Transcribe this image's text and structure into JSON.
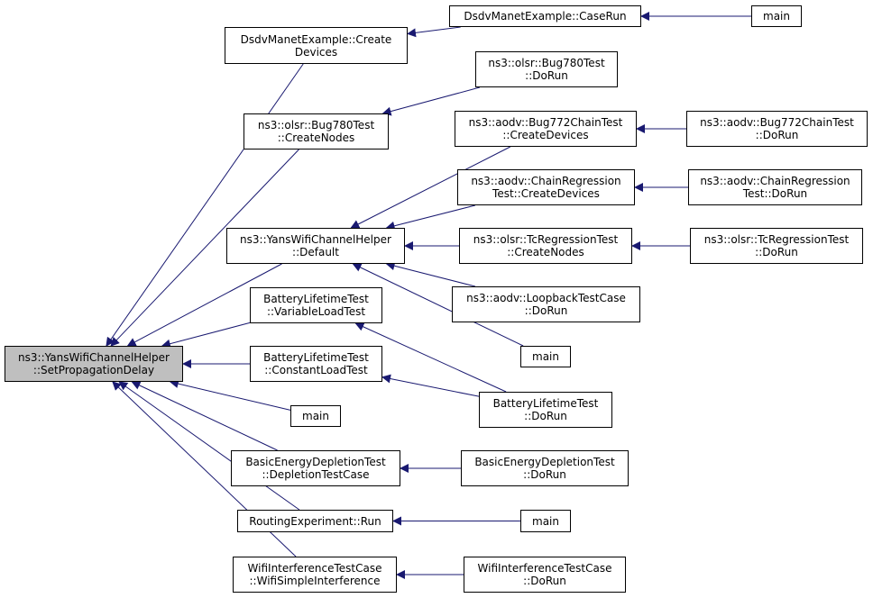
{
  "colors": {
    "edge": "#191970",
    "node_border": "#000000",
    "root_fill": "#bfbfbf",
    "node_fill": "#ffffff"
  },
  "nodes": {
    "root": {
      "lines": [
        "ns3::YansWifiChannelHelper",
        "::SetPropagationDelay"
      ]
    },
    "dsdvCD": {
      "lines": [
        "DsdvManetExample::Create",
        "Devices"
      ]
    },
    "dsdvCR": {
      "lines": [
        "DsdvManetExample::CaseRun"
      ]
    },
    "main1": {
      "lines": [
        "main"
      ]
    },
    "b780DR": {
      "lines": [
        "ns3::olsr::Bug780Test",
        "::DoRun"
      ]
    },
    "b780CN": {
      "lines": [
        "ns3::olsr::Bug780Test",
        "::CreateNodes"
      ]
    },
    "b772CD": {
      "lines": [
        "ns3::aodv::Bug772ChainTest",
        "::CreateDevices"
      ]
    },
    "b772DR": {
      "lines": [
        "ns3::aodv::Bug772ChainTest",
        "::DoRun"
      ]
    },
    "chainCD": {
      "lines": [
        "ns3::aodv::ChainRegression",
        "Test::CreateDevices"
      ]
    },
    "chainDR": {
      "lines": [
        "ns3::aodv::ChainRegression",
        "Test::DoRun"
      ]
    },
    "ywDef": {
      "lines": [
        "ns3::YansWifiChannelHelper",
        "::Default"
      ]
    },
    "tcCN": {
      "lines": [
        "ns3::olsr::TcRegressionTest",
        "::CreateNodes"
      ]
    },
    "tcDR": {
      "lines": [
        "ns3::olsr::TcRegressionTest",
        "::DoRun"
      ]
    },
    "loopDR": {
      "lines": [
        "ns3::aodv::LoopbackTestCase",
        "::DoRun"
      ]
    },
    "battVL": {
      "lines": [
        "BatteryLifetimeTest",
        "::VariableLoadTest"
      ]
    },
    "main2": {
      "lines": [
        "main"
      ]
    },
    "battCL": {
      "lines": [
        "BatteryLifetimeTest",
        "::ConstantLoadTest"
      ]
    },
    "battDR": {
      "lines": [
        "BatteryLifetimeTest",
        "::DoRun"
      ]
    },
    "main3": {
      "lines": [
        "main"
      ]
    },
    "basicDTC": {
      "lines": [
        "BasicEnergyDepletionTest",
        "::DepletionTestCase"
      ]
    },
    "basicDR": {
      "lines": [
        "BasicEnergyDepletionTest",
        "::DoRun"
      ]
    },
    "routRun": {
      "lines": [
        "RoutingExperiment::Run"
      ]
    },
    "main4": {
      "lines": [
        "main"
      ]
    },
    "wifiWSI": {
      "lines": [
        "WifiInterferenceTestCase",
        "::WifiSimpleInterference"
      ]
    },
    "wifiDR": {
      "lines": [
        "WifiInterferenceTestCase",
        "::DoRun"
      ]
    }
  },
  "edges": [
    [
      "dsdvCR",
      "dsdvCD"
    ],
    [
      "main1",
      "dsdvCR"
    ],
    [
      "dsdvCD",
      "root"
    ],
    [
      "b780DR",
      "b780CN"
    ],
    [
      "b780CN",
      "root"
    ],
    [
      "b772DR",
      "b772CD"
    ],
    [
      "b772CD",
      "ywDef"
    ],
    [
      "chainDR",
      "chainCD"
    ],
    [
      "chainCD",
      "ywDef"
    ],
    [
      "tcDR",
      "tcCN"
    ],
    [
      "tcCN",
      "ywDef"
    ],
    [
      "loopDR",
      "ywDef"
    ],
    [
      "main2",
      "ywDef"
    ],
    [
      "ywDef",
      "root"
    ],
    [
      "battVL",
      "root"
    ],
    [
      "battCL",
      "root"
    ],
    [
      "main3",
      "root"
    ],
    [
      "battDR",
      "battVL"
    ],
    [
      "battDR",
      "battCL"
    ],
    [
      "basicDTC",
      "root"
    ],
    [
      "basicDR",
      "basicDTC"
    ],
    [
      "routRun",
      "root"
    ],
    [
      "main4",
      "routRun"
    ],
    [
      "wifiWSI",
      "root"
    ],
    [
      "wifiDR",
      "wifiWSI"
    ]
  ]
}
